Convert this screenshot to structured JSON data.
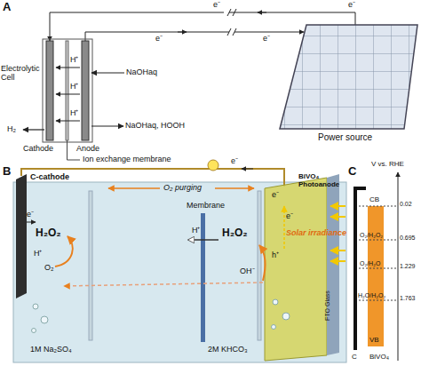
{
  "diagram": {
    "labels": [
      "A",
      "e⁻",
      "e⁻",
      "e⁻",
      "e⁻",
      "Electrolytic Cell",
      "H⁺",
      "H⁺",
      "H⁺",
      "NaOHaq",
      "H₂",
      "NaOHaq, HOOH",
      "Cathode",
      "Anode",
      "Ion exchange membrane",
      "Power source",
      "B",
      "C-cathode",
      "O₂ purging",
      "Membrane",
      "H⁺",
      "e⁻",
      "e⁻",
      "H₂O₂",
      "H⁺",
      "O₂",
      "BiVO₄ Photoanode",
      "e⁻",
      "e⁻",
      "Solar irradiance",
      "H₂O₂",
      "h⁺",
      "OH⁻",
      "FTO Glass",
      "1M Na₂SO₄",
      "2M KHCO₃",
      "C",
      "V vs. RHE",
      "CB",
      "0.02",
      "O₂/H₂O₂",
      "0.695",
      "O₂/H₂O",
      "1.229",
      "H₂O/H₂O₂",
      "1.763",
      "VB",
      "C",
      "BiVO₄"
    ]
  }
}
